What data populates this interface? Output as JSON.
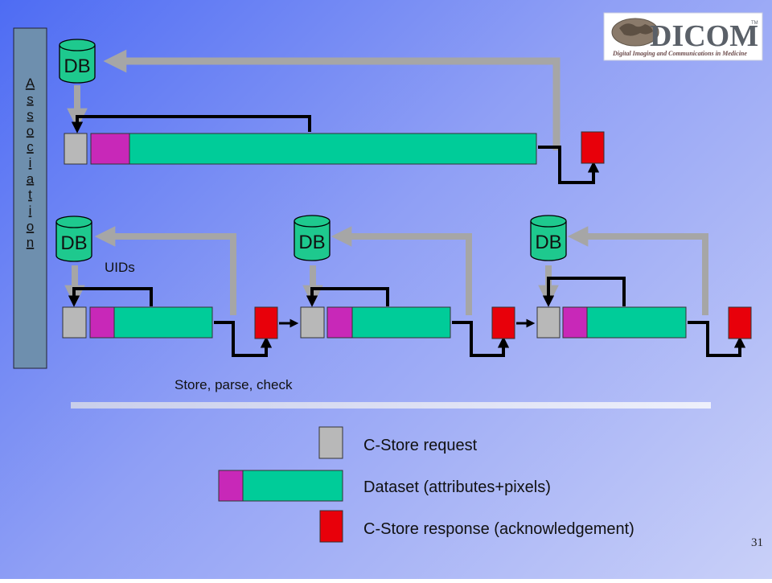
{
  "association_label": "Association",
  "db_label": "DB",
  "uids_label": "UIDs",
  "store_caption": "Store, parse, check",
  "legend": {
    "request": "C-Store request",
    "dataset": "Dataset (attributes+pixels)",
    "response": "C-Store response (acknowledgement)"
  },
  "logo": {
    "name": "DICOM",
    "tm": "TM",
    "tagline": "Digital Imaging and Communications in Medicine"
  },
  "page_number": "31",
  "colors": {
    "request": "#b8b8b8",
    "attributes": "#c828b8",
    "pixels": "#00cc99",
    "response": "#e8000a",
    "db": "#1ec98e",
    "gray_arrow": "#a6a6a6",
    "association_bar": "#6e8fae"
  }
}
